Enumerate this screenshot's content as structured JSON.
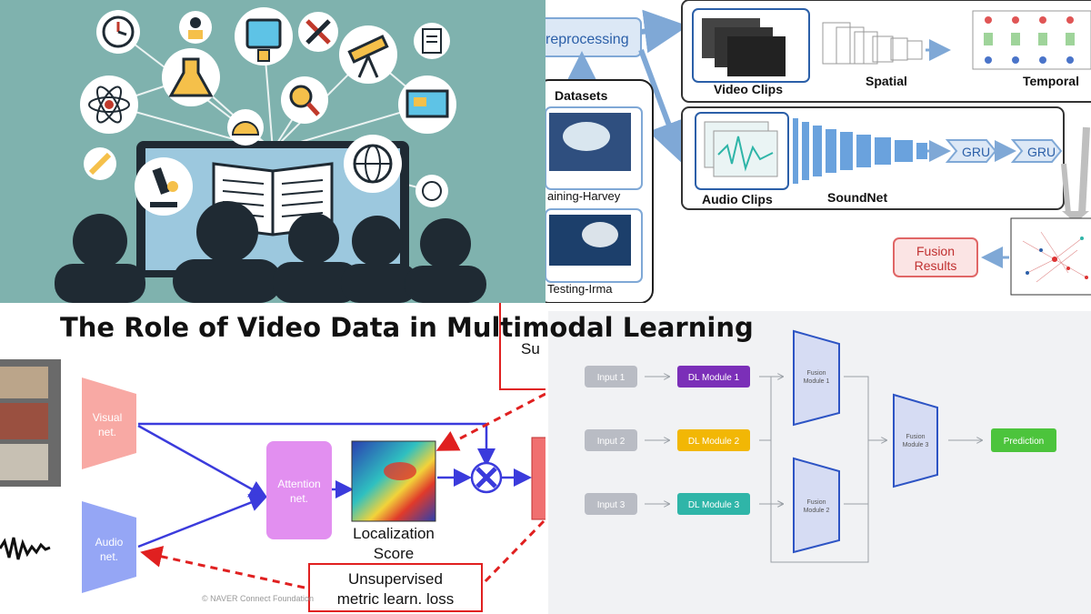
{
  "title": "The Role of Video Data in Multimodal Learning",
  "colors": {
    "education_bg": "#7fb2ae",
    "fusion_bg": "#f1f2f4",
    "dl_module_1": "#7b2fb8",
    "dl_module_2": "#f2b705",
    "dl_module_3": "#2fb5a8",
    "prediction": "#4cc43c",
    "attention_net": "#e28ff0",
    "visual_net": "#f8a9a4",
    "audio_net": "#95a6f5",
    "loss_red": "#e02020"
  },
  "pipeline": {
    "preprocessing": "reprocessing",
    "datasets": "Datasets",
    "training": "aining-Harvey",
    "testing": "Testing-Irma",
    "video_clips": "Video Clips",
    "spatial": "Spatial",
    "temporal": "Temporal",
    "audio_clips": "Audio Clips",
    "soundnet": "SoundNet",
    "gru_1": "GRU",
    "gru_2": "GRU",
    "fusion_results_line1": "Fusion",
    "fusion_results_line2": "Results"
  },
  "localization": {
    "visual_line1": "Visual",
    "visual_line2": "net.",
    "audio_line1": "Audio",
    "audio_line2": "net.",
    "attention_line1": "Attention",
    "attention_line2": "net.",
    "score_line1": "Localization",
    "score_line2": "Score",
    "loss_line1": "Unsupervised",
    "loss_line2": "metric learn. loss",
    "supervised_fragment": "Su",
    "copyright": "© NAVER Connect Foundation"
  },
  "fusion": {
    "input_1": "Input 1",
    "input_2": "Input 2",
    "input_3": "Input 3",
    "dl_1": "DL Module 1",
    "dl_2": "DL Module 2",
    "dl_3": "DL Module 3",
    "fm1_line1": "Fusion",
    "fm1_line2": "Module 1",
    "fm2_line1": "Fusion",
    "fm2_line2": "Module 2",
    "fm3_line1": "Fusion",
    "fm3_line2": "Module 3",
    "prediction": "Prediction"
  }
}
